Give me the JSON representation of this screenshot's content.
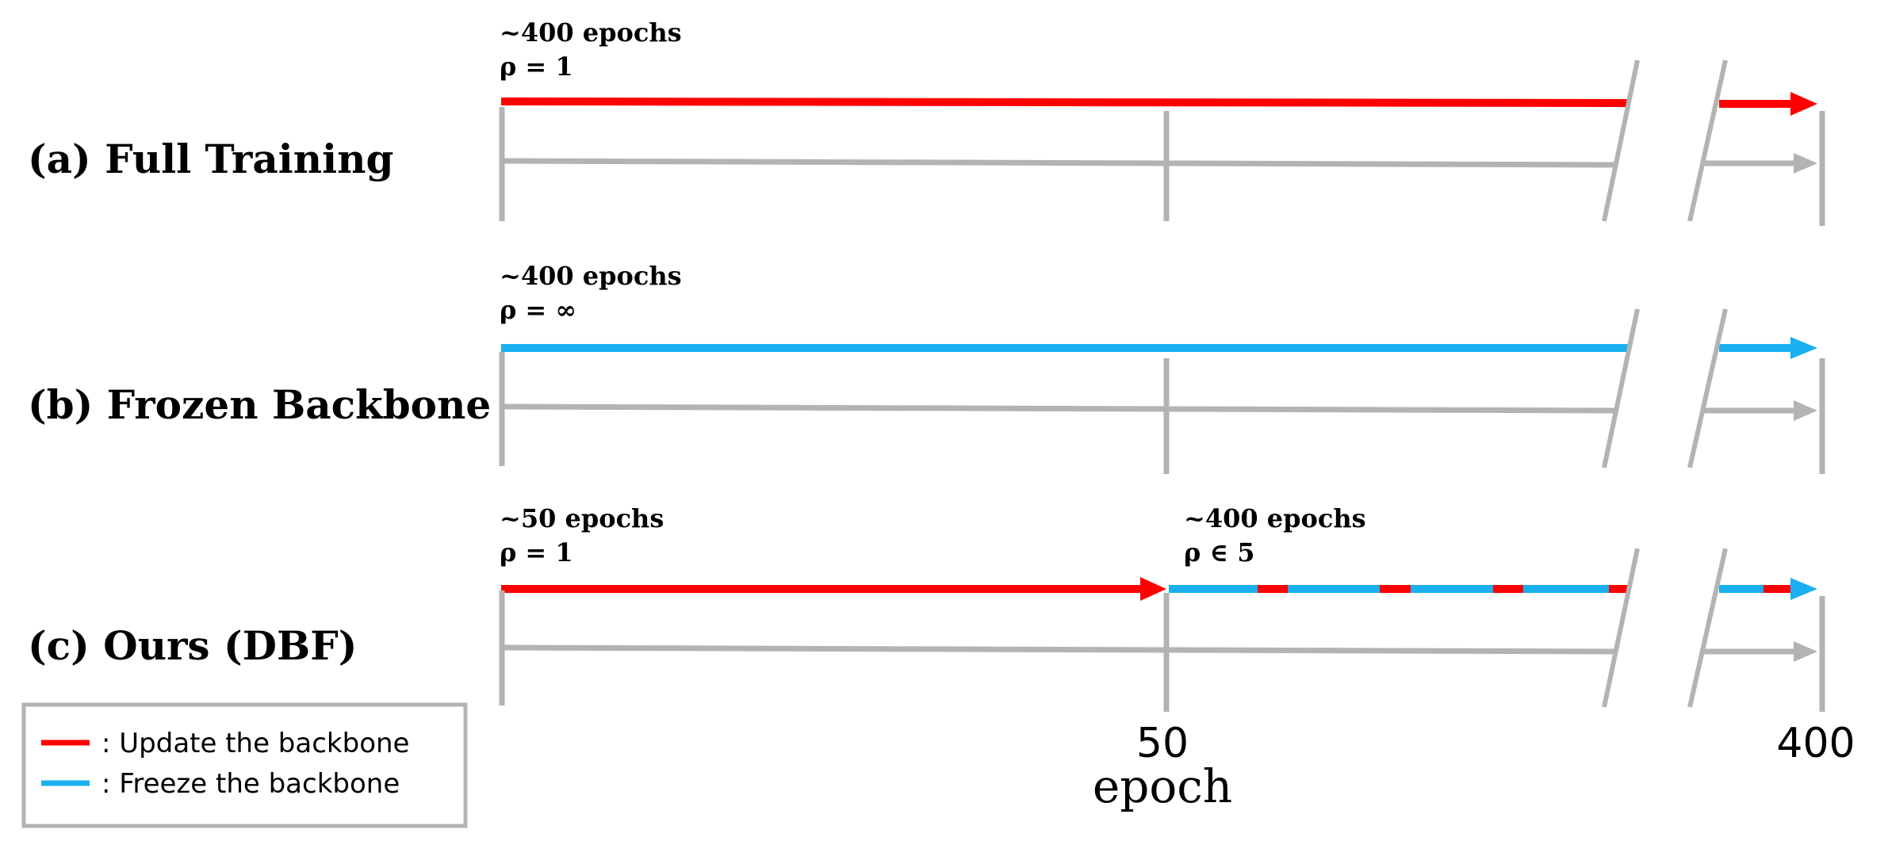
{
  "colors": {
    "update": "#FF0000",
    "freeze": "#1AB0F0",
    "axis": "#B3B3B3"
  },
  "rows": [
    {
      "label": "(a) Full Training",
      "annotations": [
        {
          "line1": "~400 epochs",
          "line2": "ρ = 1"
        }
      ],
      "mode": "update"
    },
    {
      "label": "(b) Frozen Backbone",
      "annotations": [
        {
          "line1": "~400 epochs",
          "line2": "ρ = ∞"
        }
      ],
      "mode": "freeze"
    },
    {
      "label": "(c) Ours (DBF)",
      "annotations": [
        {
          "line1": "~50 epochs",
          "line2": "ρ = 1"
        },
        {
          "line1": "~400 epochs",
          "line2": "ρ ∈ 5"
        }
      ],
      "mode": "mixed"
    }
  ],
  "axis": {
    "ticks": [
      "50",
      "400"
    ],
    "title": "epoch"
  },
  "legend": {
    "update_label": ": Update the backbone",
    "freeze_label": ": Freeze the backbone"
  }
}
